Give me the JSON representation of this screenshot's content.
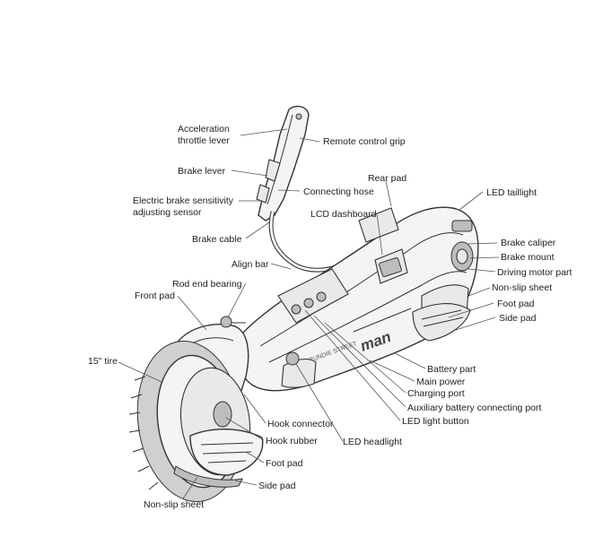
{
  "labels": {
    "acceleration_throttle_lever": "Acceleration\nthrottle lever",
    "remote_control_grip": "Remote control grip",
    "brake_lever": "Brake lever",
    "connecting_hose": "Connecting hose",
    "rear_pad": "Rear pad",
    "led_taillight": "LED taillight",
    "electric_brake_sensor": "Electric brake sensitivity\nadjusting sensor",
    "lcd_dashboard": "LCD dashboard",
    "brake_cable": "Brake cable",
    "brake_caliper": "Brake caliper",
    "brake_mount": "Brake mount",
    "align_bar": "Align bar",
    "driving_motor_part": "Driving motor part",
    "rod_end_bearing": "Rod end bearing",
    "non_slip_sheet_rear": "Non-slip sheet",
    "front_pad": "Front pad",
    "foot_pad_rear": "Foot pad",
    "side_pad_rear": "Side pad",
    "tire_15": "15\" tire",
    "battery_part": "Battery part",
    "main_power": "Main power",
    "charging_port": "Charging port",
    "auxiliary_battery_port": "Auxiliary battery connecting port",
    "led_light_button": "LED light button",
    "hook_connector": "Hook connector",
    "led_headlight": "LED headlight",
    "hook_rubber": "Hook rubber",
    "foot_pad_front": "Foot pad",
    "side_pad_front": "Side pad",
    "non_slip_sheet_front": "Non-slip sheet"
  },
  "body_logo": "man",
  "body_wordmark": "GRUNDIE STREET"
}
